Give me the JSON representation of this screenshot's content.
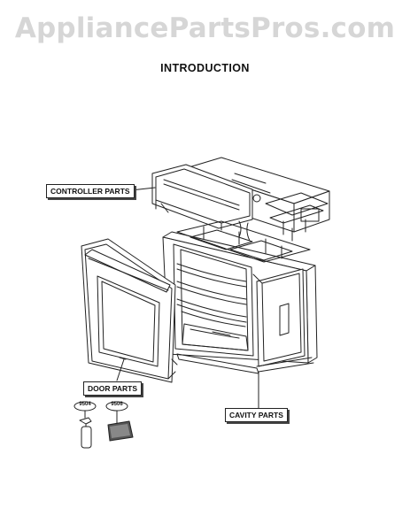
{
  "watermark": "AppliancePartsPros.com",
  "title": "INTRODUCTION",
  "callouts": {
    "controller": "CONTROLLER PARTS",
    "door": "DOOR PARTS",
    "cavity": "CAVITY PARTS"
  },
  "accessories": [
    {
      "number": "9504"
    },
    {
      "number": "9506"
    }
  ],
  "colors": {
    "line": "#222222",
    "watermark": "#d6d6d6"
  }
}
